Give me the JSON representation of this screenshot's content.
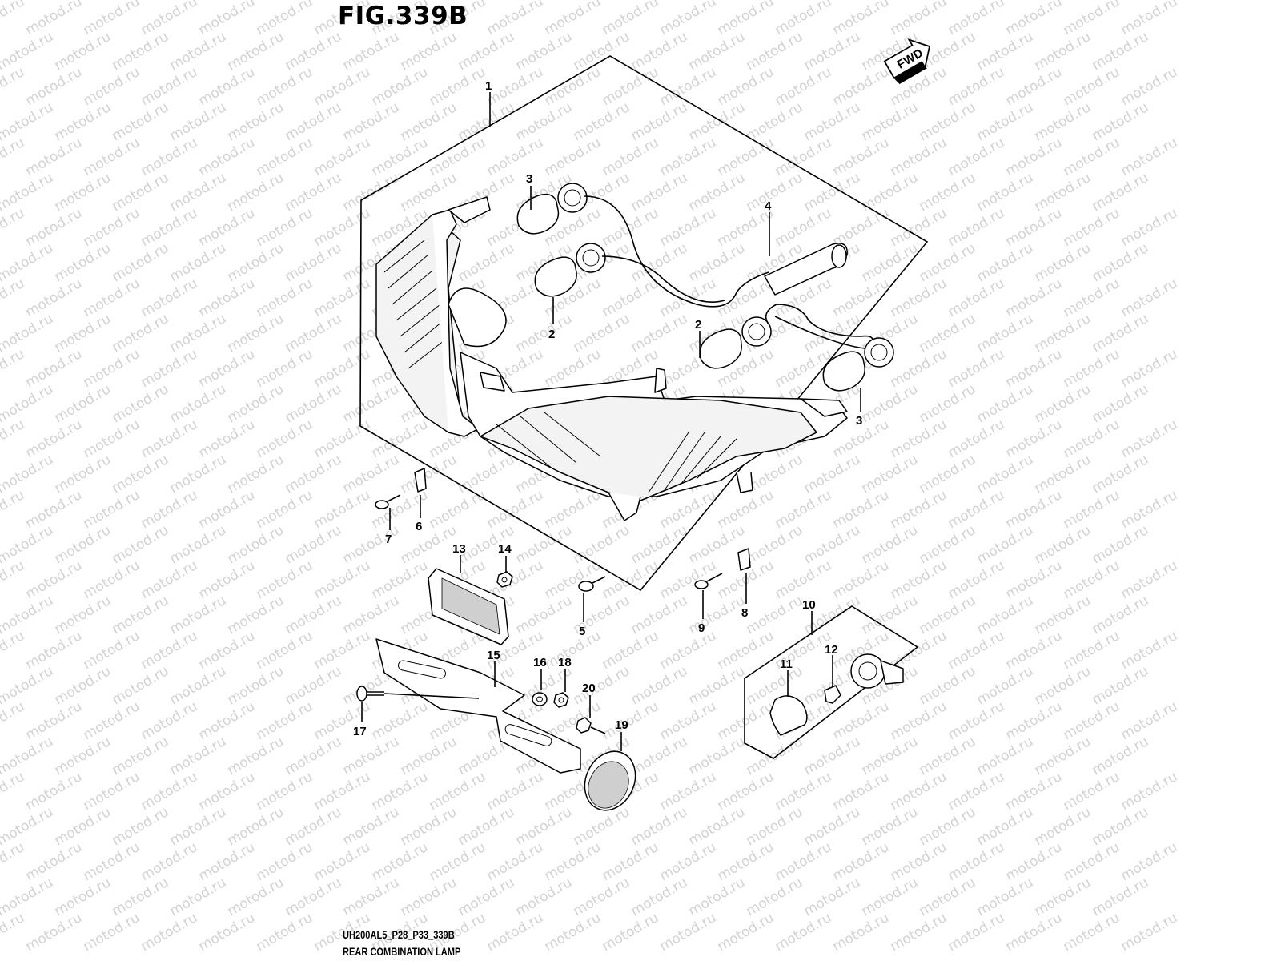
{
  "figure": {
    "title": "FIG.339B",
    "code": "UH200AL5_P28_P33_339B",
    "caption": "REAR COMBINATION LAMP",
    "fwd_label": "FWD",
    "watermark": "motod.ru"
  },
  "callouts": {
    "p1": "1",
    "p2a": "2",
    "p2b": "2",
    "p3a": "3",
    "p3b": "3",
    "p4": "4",
    "p5": "5",
    "p6": "6",
    "p7": "7",
    "p8": "8",
    "p9": "9",
    "p10": "10",
    "p11": "11",
    "p12": "12",
    "p13": "13",
    "p14": "14",
    "p15": "15",
    "p16": "16",
    "p17": "17",
    "p18": "18",
    "p19": "19",
    "p20": "20"
  },
  "colors": {
    "line": "#000000",
    "watermark": "#d2d2d2",
    "background": "#ffffff"
  }
}
